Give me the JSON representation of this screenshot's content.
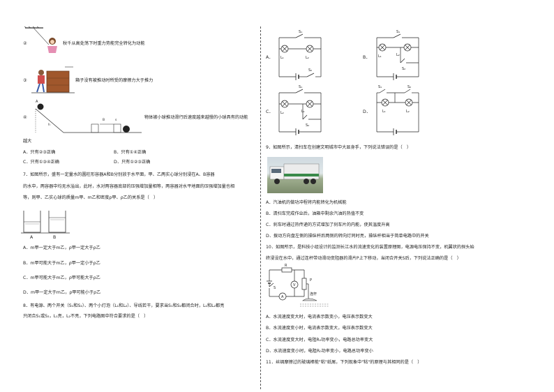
{
  "left": {
    "items": [
      {
        "num": "②",
        "desc": "秋千从高处荡下时重力势能完全转化为动能"
      },
      {
        "num": "③",
        "desc": "箱子没有被推动时所受的摩擦力大于推力"
      },
      {
        "num": "④",
        "desc": "物体被小球推动滑行后速度越来越慢的小球具有的动能"
      }
    ],
    "q6_tail": "越大",
    "q6_options": [
      "A．只有②③正确",
      "B．只有①④正确",
      "C．只有①③④正确",
      "D．只有①②③正确"
    ],
    "q7_lines": [
      "7．如图所示，盛有一定量水的圆柱形容器A和B分别放于水平面，甲、乙两实心球分别浸在A、B容器",
      "的水中，两容器中均无水溢出，此时，水对两容器底部的压强增加量相等，两容器对水平地面的压强增加量也相",
      "等，则甲、乙实心球的质量m甲、m乙和密度ρ甲、ρ乙的关系是（　）"
    ],
    "q7_fig_labels": [
      "A",
      "B"
    ],
    "q7_options": [
      "A．m甲一定大于m乙，ρ甲一定大于ρ乙",
      "B．m甲可能大于m乙，ρ甲一定小于ρ乙",
      "C．m甲可能大于m乙，ρ甲可能大于ρ乙",
      "D．m甲一定大于m乙，ρ甲可能小于ρ乙"
    ],
    "q8_lines": [
      "8．有电源、两个开关（S₁和S₂）、两个小灯泡（L₁和L₂）、导线若干，要求当S₁和S₂都闭合时，L₁和L₂都亮",
      "只闭合S₁或S₂，L₁亮，L₂不亮，下列电路图中符合要求的是（　）"
    ]
  },
  "right": {
    "circuit_options": [
      "A．",
      "B．",
      "C．",
      "D．"
    ],
    "circuit_labels": {
      "s1": "S₁",
      "s2": "S₂",
      "l1": "L₁",
      "l2": "L₂"
    },
    "q9_stem": "9．如图所示，清扫车在创建文明城市中大显身手，下列说法错误的是（　）",
    "q9_options": [
      "A．汽油机的做功冲程将内能转化为机械能",
      "B．清扫车完成作业后，油箱中剩余汽油的热值不变",
      "C．刹车时通过热传递的方式增加了刹车片的内能，使其温度升高",
      "D．拨动方向盘左侧的操纵杆后两侧的转向灯同时亮，操纵杆相当于简单电路中的开关"
    ],
    "q10_lines": [
      "10．如图所示，是科技小组设计的监测长江水的流速变化的装置原理图，电源电压保持不变，机翼状的探头始",
      "终浸没在水中，通过连杆带动滑动变阻器的滑片P上下移动，当闭合开关S后，下列说法正确的是（　）"
    ],
    "q10_fig_labels": {
      "r": "R",
      "s": "S",
      "v": "V",
      "a": "A",
      "p": "P",
      "rod": "连杆"
    },
    "q10_options": [
      "A．水流速度变大时，电流表示数变小，电压表示数变大",
      "B．水流速度变小时，电流表示数变大，电压表示数变大",
      "C．水流速度变大时，电阻R₀功率变小，电路总功率变大",
      "D．水流速度变小时，电阻R₀功率变小，电路总功率变小"
    ],
    "q11_stem": "11．丝绸摩擦过的玻璃棒能\"粘\"纸屑，下列现象中\"粘\"的原理与其相同的是（　）"
  }
}
